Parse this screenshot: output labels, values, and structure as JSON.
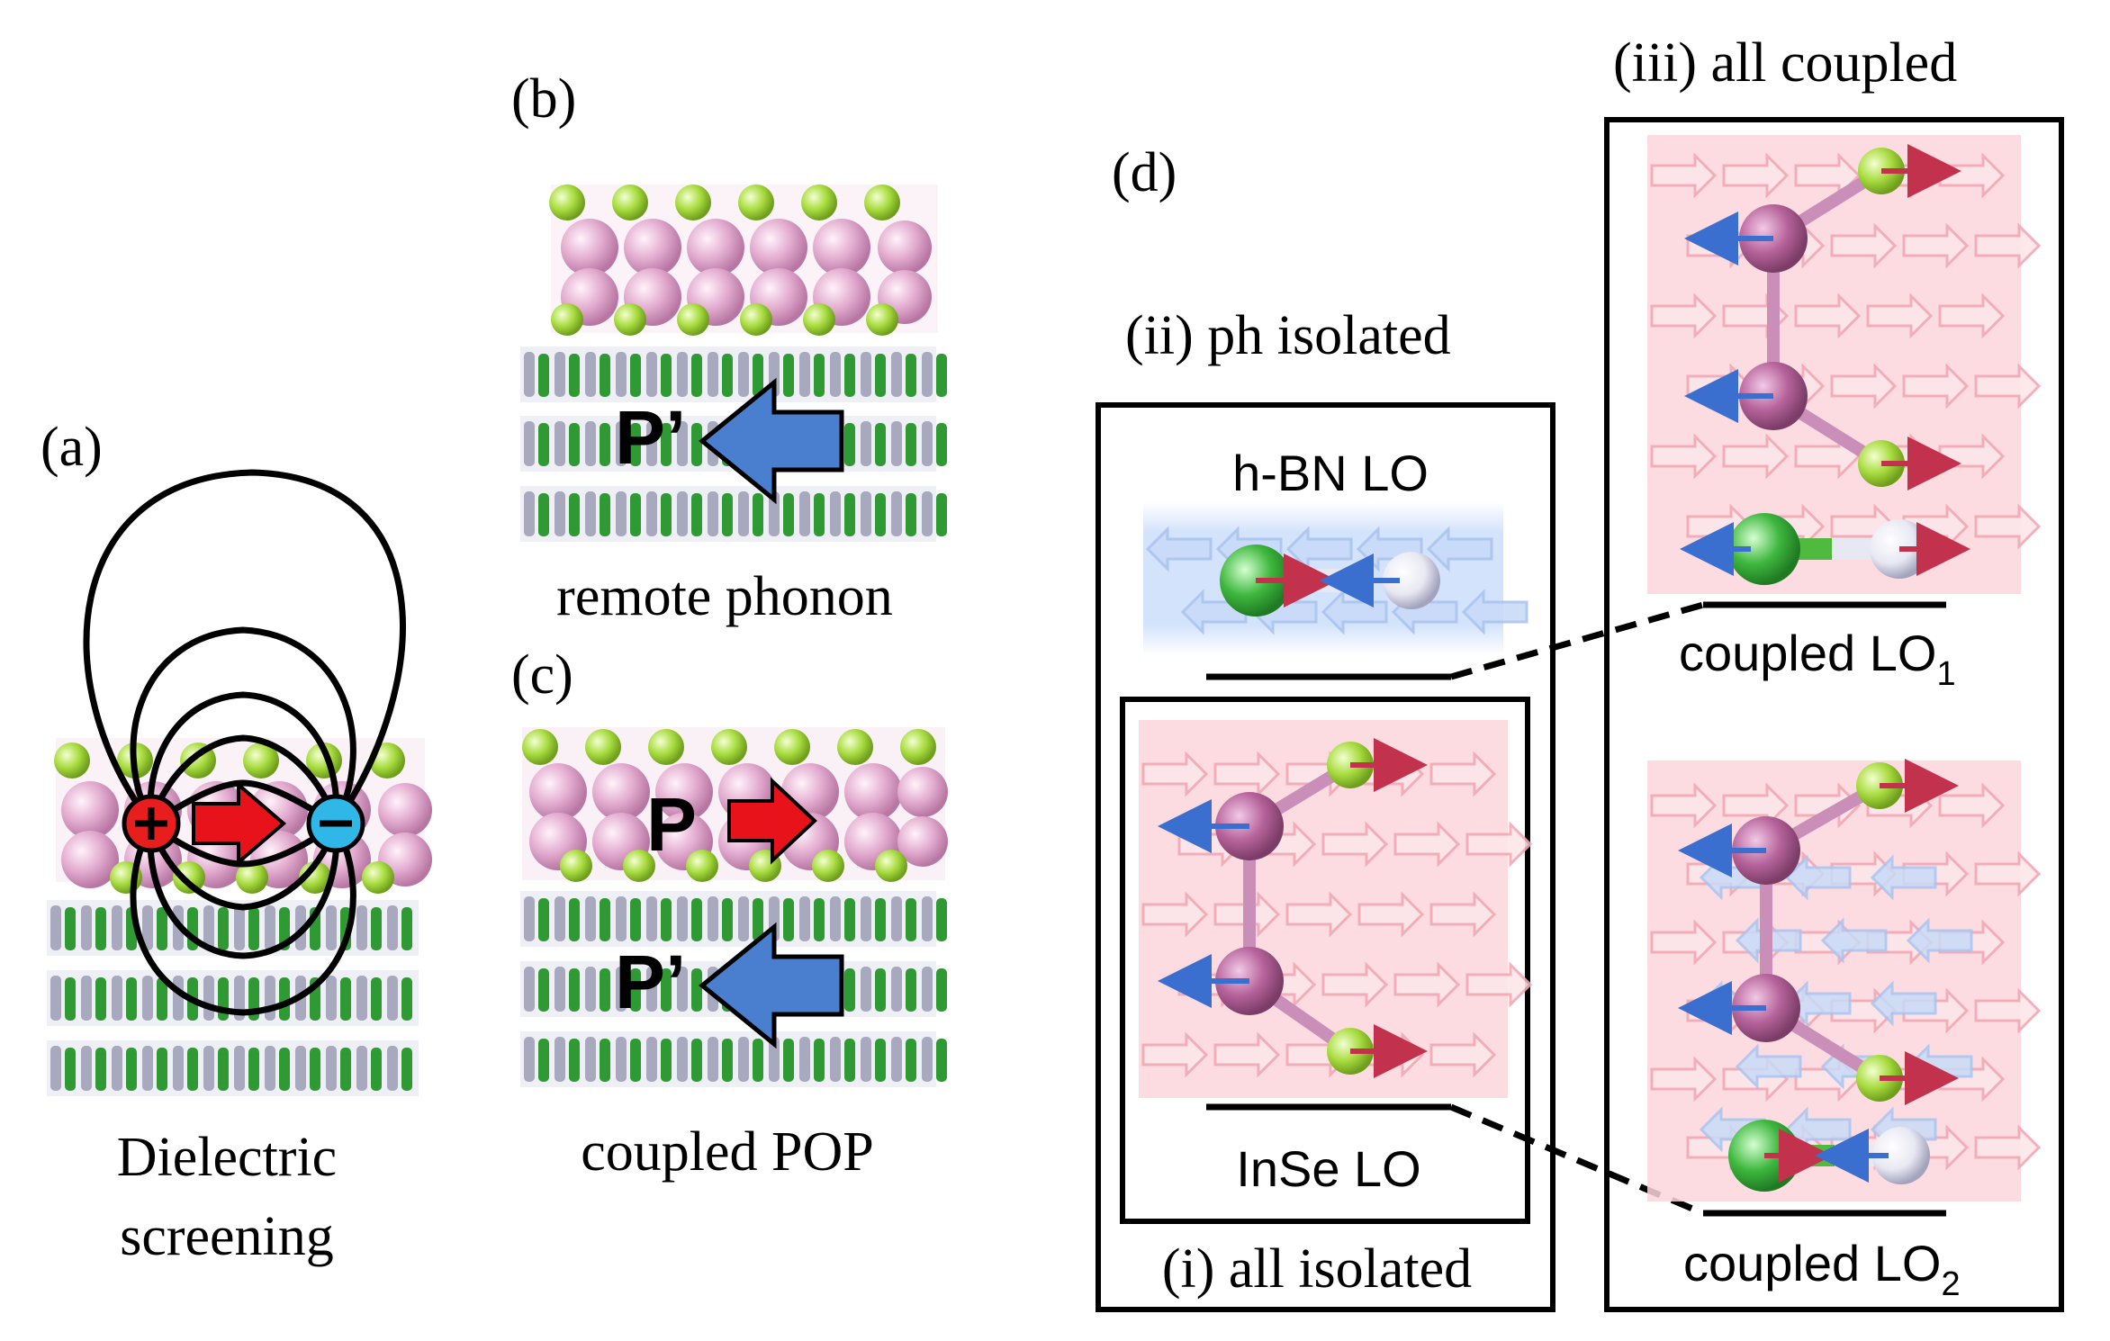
{
  "panels": {
    "a": {
      "label": "(a)",
      "caption_line1": "Dielectric",
      "caption_line2": "screening"
    },
    "b": {
      "label": "(b)",
      "caption": "remote phonon",
      "arrow_label": "P’"
    },
    "c": {
      "label": "(c)",
      "caption": "coupled POP",
      "arrow_label_top": "P",
      "arrow_label_bottom": "P’"
    },
    "d": {
      "label": "(d)",
      "ph_isolated_title": "(ii) ph isolated",
      "all_coupled_title": "(iii) all coupled",
      "all_isolated_title": "(i) all isolated",
      "hbn_lo": "h-BN LO",
      "inse_lo": "InSe LO",
      "coupled_lo1": "coupled LO",
      "coupled_lo1_sub": "1",
      "coupled_lo2": "coupled LO",
      "coupled_lo2_sub": "2"
    }
  },
  "colors": {
    "inse_atom": "#d9a3c7",
    "se_atom": "#a6d64a",
    "hbn_green": "#3fa83f",
    "hbn_white": "#e8e8f0",
    "polar_red": "#e8121a",
    "polar_blue": "#3f77c8",
    "pink_bg": "#fbd6dc",
    "blue_bg": "#cfe0f8"
  }
}
